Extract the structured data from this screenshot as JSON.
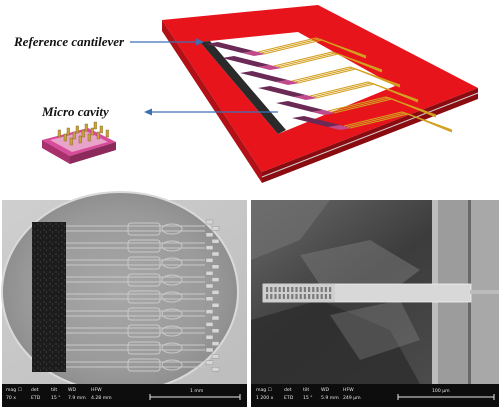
{
  "schematic": {
    "label_reference": "Reference cantilever",
    "label_cavity": "Micro cavity"
  },
  "sem_left": {
    "info": {
      "mag_label": "mag ☐",
      "mag_value": "70 x",
      "det_label": "det",
      "det_value": "ETD",
      "tilt_label": "tilt",
      "tilt_value": "15 °",
      "wd_label": "WD",
      "wd_value": "7.9 mm",
      "hfw_label": "HFW",
      "hfw_value": "4.28 mm",
      "scale_text": "1 mm"
    }
  },
  "sem_right": {
    "info": {
      "mag_label": "mag ☐",
      "mag_value": "1 200 x",
      "det_label": "det",
      "det_value": "ETD",
      "tilt_label": "tilt",
      "tilt_value": "15 °",
      "wd_label": "WD",
      "wd_value": "5.9 mm",
      "hfw_label": "HFW",
      "hfw_value": "249 µm",
      "scale_text": "100 µm"
    }
  },
  "colors": {
    "substrate_red": "#e8141c",
    "side_dark": "#8a0c10",
    "cantilever_magenta": "#c24a8c",
    "trace_gold": "#d4a020",
    "arrow_blue": "#3d6fb5"
  }
}
